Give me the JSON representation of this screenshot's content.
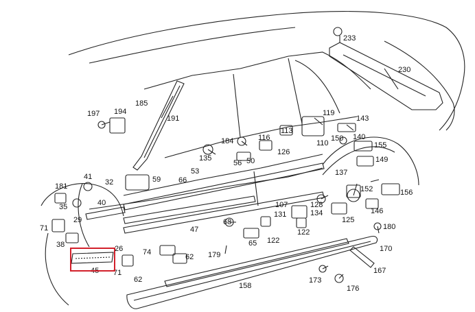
{
  "diagram": {
    "highlight_color": "#d21f2a",
    "labels": {
      "p233": "233",
      "p230": "230",
      "p185": "185",
      "p191": "191",
      "p197": "197",
      "p194": "194",
      "p119": "119",
      "p143": "143",
      "p113": "113",
      "p184": "184",
      "p116": "116",
      "p126": "126",
      "p110": "110",
      "p150": "150",
      "p140": "140",
      "p155": "155",
      "p135": "135",
      "p56": "56",
      "p50": "50",
      "p149": "149",
      "p53": "53",
      "p66": "66",
      "p137": "137",
      "p41": "41",
      "p59": "59",
      "p181": "181",
      "p32": "32",
      "p152": "152",
      "p156": "156",
      "p40": "40",
      "p35": "35",
      "p128": "128",
      "p107": "107",
      "p134": "134",
      "p146": "146",
      "p29": "29",
      "p131": "131",
      "p125": "125",
      "p71a": "71",
      "p68": "68",
      "p47": "47",
      "p180": "180",
      "p122a": "122",
      "p122b": "122",
      "p65": "65",
      "p38": "38",
      "p26": "26",
      "p170": "170",
      "p74": "74",
      "p62a": "62",
      "p179": "179",
      "p45": "45",
      "p71b": "71",
      "p62b": "62",
      "p167": "167",
      "p173": "173",
      "p176": "176",
      "p158": "158"
    }
  }
}
